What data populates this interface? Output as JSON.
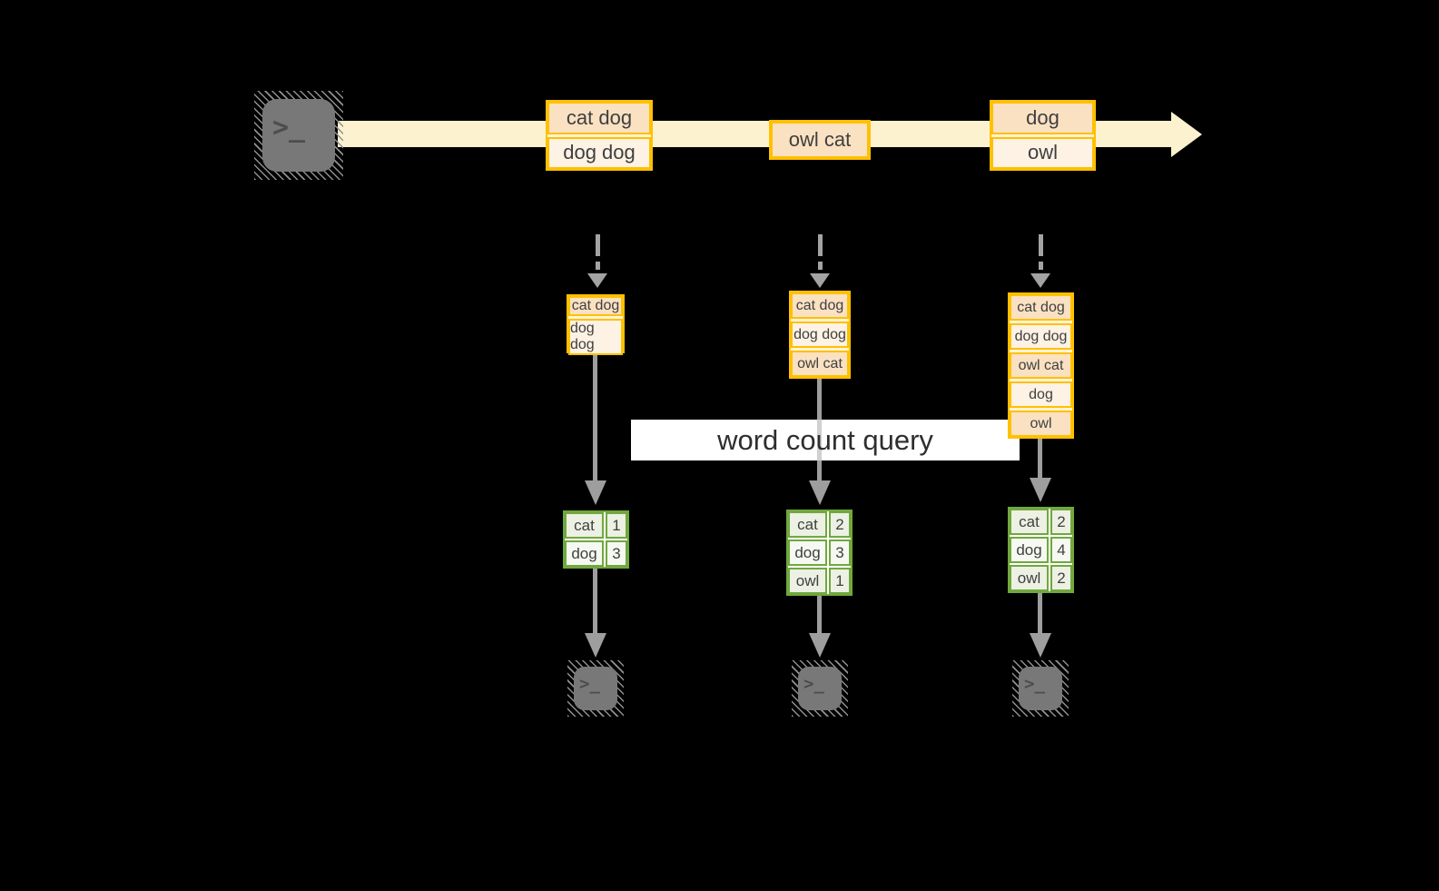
{
  "diagram": {
    "query_label": "word count query",
    "terminal_glyph": ">_"
  },
  "timeline": {
    "batches": [
      {
        "lines": [
          "cat dog",
          "dog dog"
        ]
      },
      {
        "lines": [
          "owl cat"
        ]
      },
      {
        "lines": [
          "dog",
          "owl"
        ]
      }
    ]
  },
  "microbatches": [
    {
      "inputs": [
        "cat dog",
        "dog dog"
      ],
      "counts": [
        {
          "word": "cat",
          "n": "1"
        },
        {
          "word": "dog",
          "n": "3"
        }
      ]
    },
    {
      "inputs": [
        "cat dog",
        "dog dog",
        "owl cat"
      ],
      "counts": [
        {
          "word": "cat",
          "n": "2"
        },
        {
          "word": "dog",
          "n": "3"
        },
        {
          "word": "owl",
          "n": "1"
        }
      ]
    },
    {
      "inputs": [
        "cat dog",
        "dog dog",
        "owl cat",
        "dog",
        "owl"
      ],
      "counts": [
        {
          "word": "cat",
          "n": "2"
        },
        {
          "word": "dog",
          "n": "4"
        },
        {
          "word": "owl",
          "n": "2"
        }
      ]
    }
  ],
  "colors": {
    "background": "#000000",
    "stream_arrow": "#FDF2CF",
    "orange_border": "#FFC000",
    "peach_cell": "#FAE1C2",
    "cream_cell": "#FDF2E4",
    "green_border": "#70A83E",
    "sage_cell": "#ECF1E3",
    "light_green_cell": "#F6F8F2",
    "connector_gray": "#9E9E9E",
    "terminal_gray": "#787878",
    "cell_text": "#3F3F3F",
    "label_text": "#2E2E2E"
  }
}
